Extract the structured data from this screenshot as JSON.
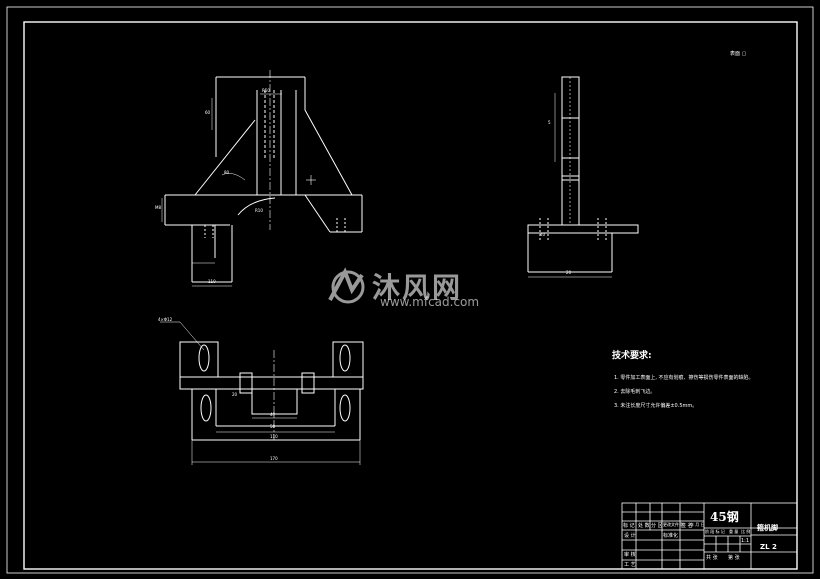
{
  "corner_mark": "表面 ▢",
  "watermark": {
    "brand": "沐风网",
    "url": "www.mfcad.com"
  },
  "technical_requirements": {
    "title": "技术要求:",
    "items": [
      "1. 零件加工表面上, 不应有划痕、擦伤等损伤零件表面的缺陷。",
      "2. 去除毛刺飞边。",
      "3. 未注长度尺寸允许偏差±0.5mm。"
    ]
  },
  "title_block": {
    "material": "45钢",
    "part_name": "箍机脚",
    "drawing_no": "ZL 2",
    "header_cells": [
      "标 记",
      "处 数",
      "分 区",
      "更改文件号",
      "签 名",
      "年 月 日"
    ],
    "left_labels": [
      "设 计",
      "审 核",
      "工 艺"
    ],
    "std_label": "标准化",
    "right_header": [
      "阶 段 标 记",
      "重 量",
      "比 例"
    ],
    "scale": "1:1",
    "sheet_info": [
      "共 张",
      "第 张"
    ]
  },
  "dimensions": {
    "top_left": [
      "R50",
      "60",
      "80",
      "R10",
      "110",
      "M8"
    ],
    "side": [
      "5",
      "40",
      "20"
    ],
    "bottom": [
      "4×Φ12",
      "20",
      "40",
      "50",
      "110",
      "170"
    ]
  }
}
